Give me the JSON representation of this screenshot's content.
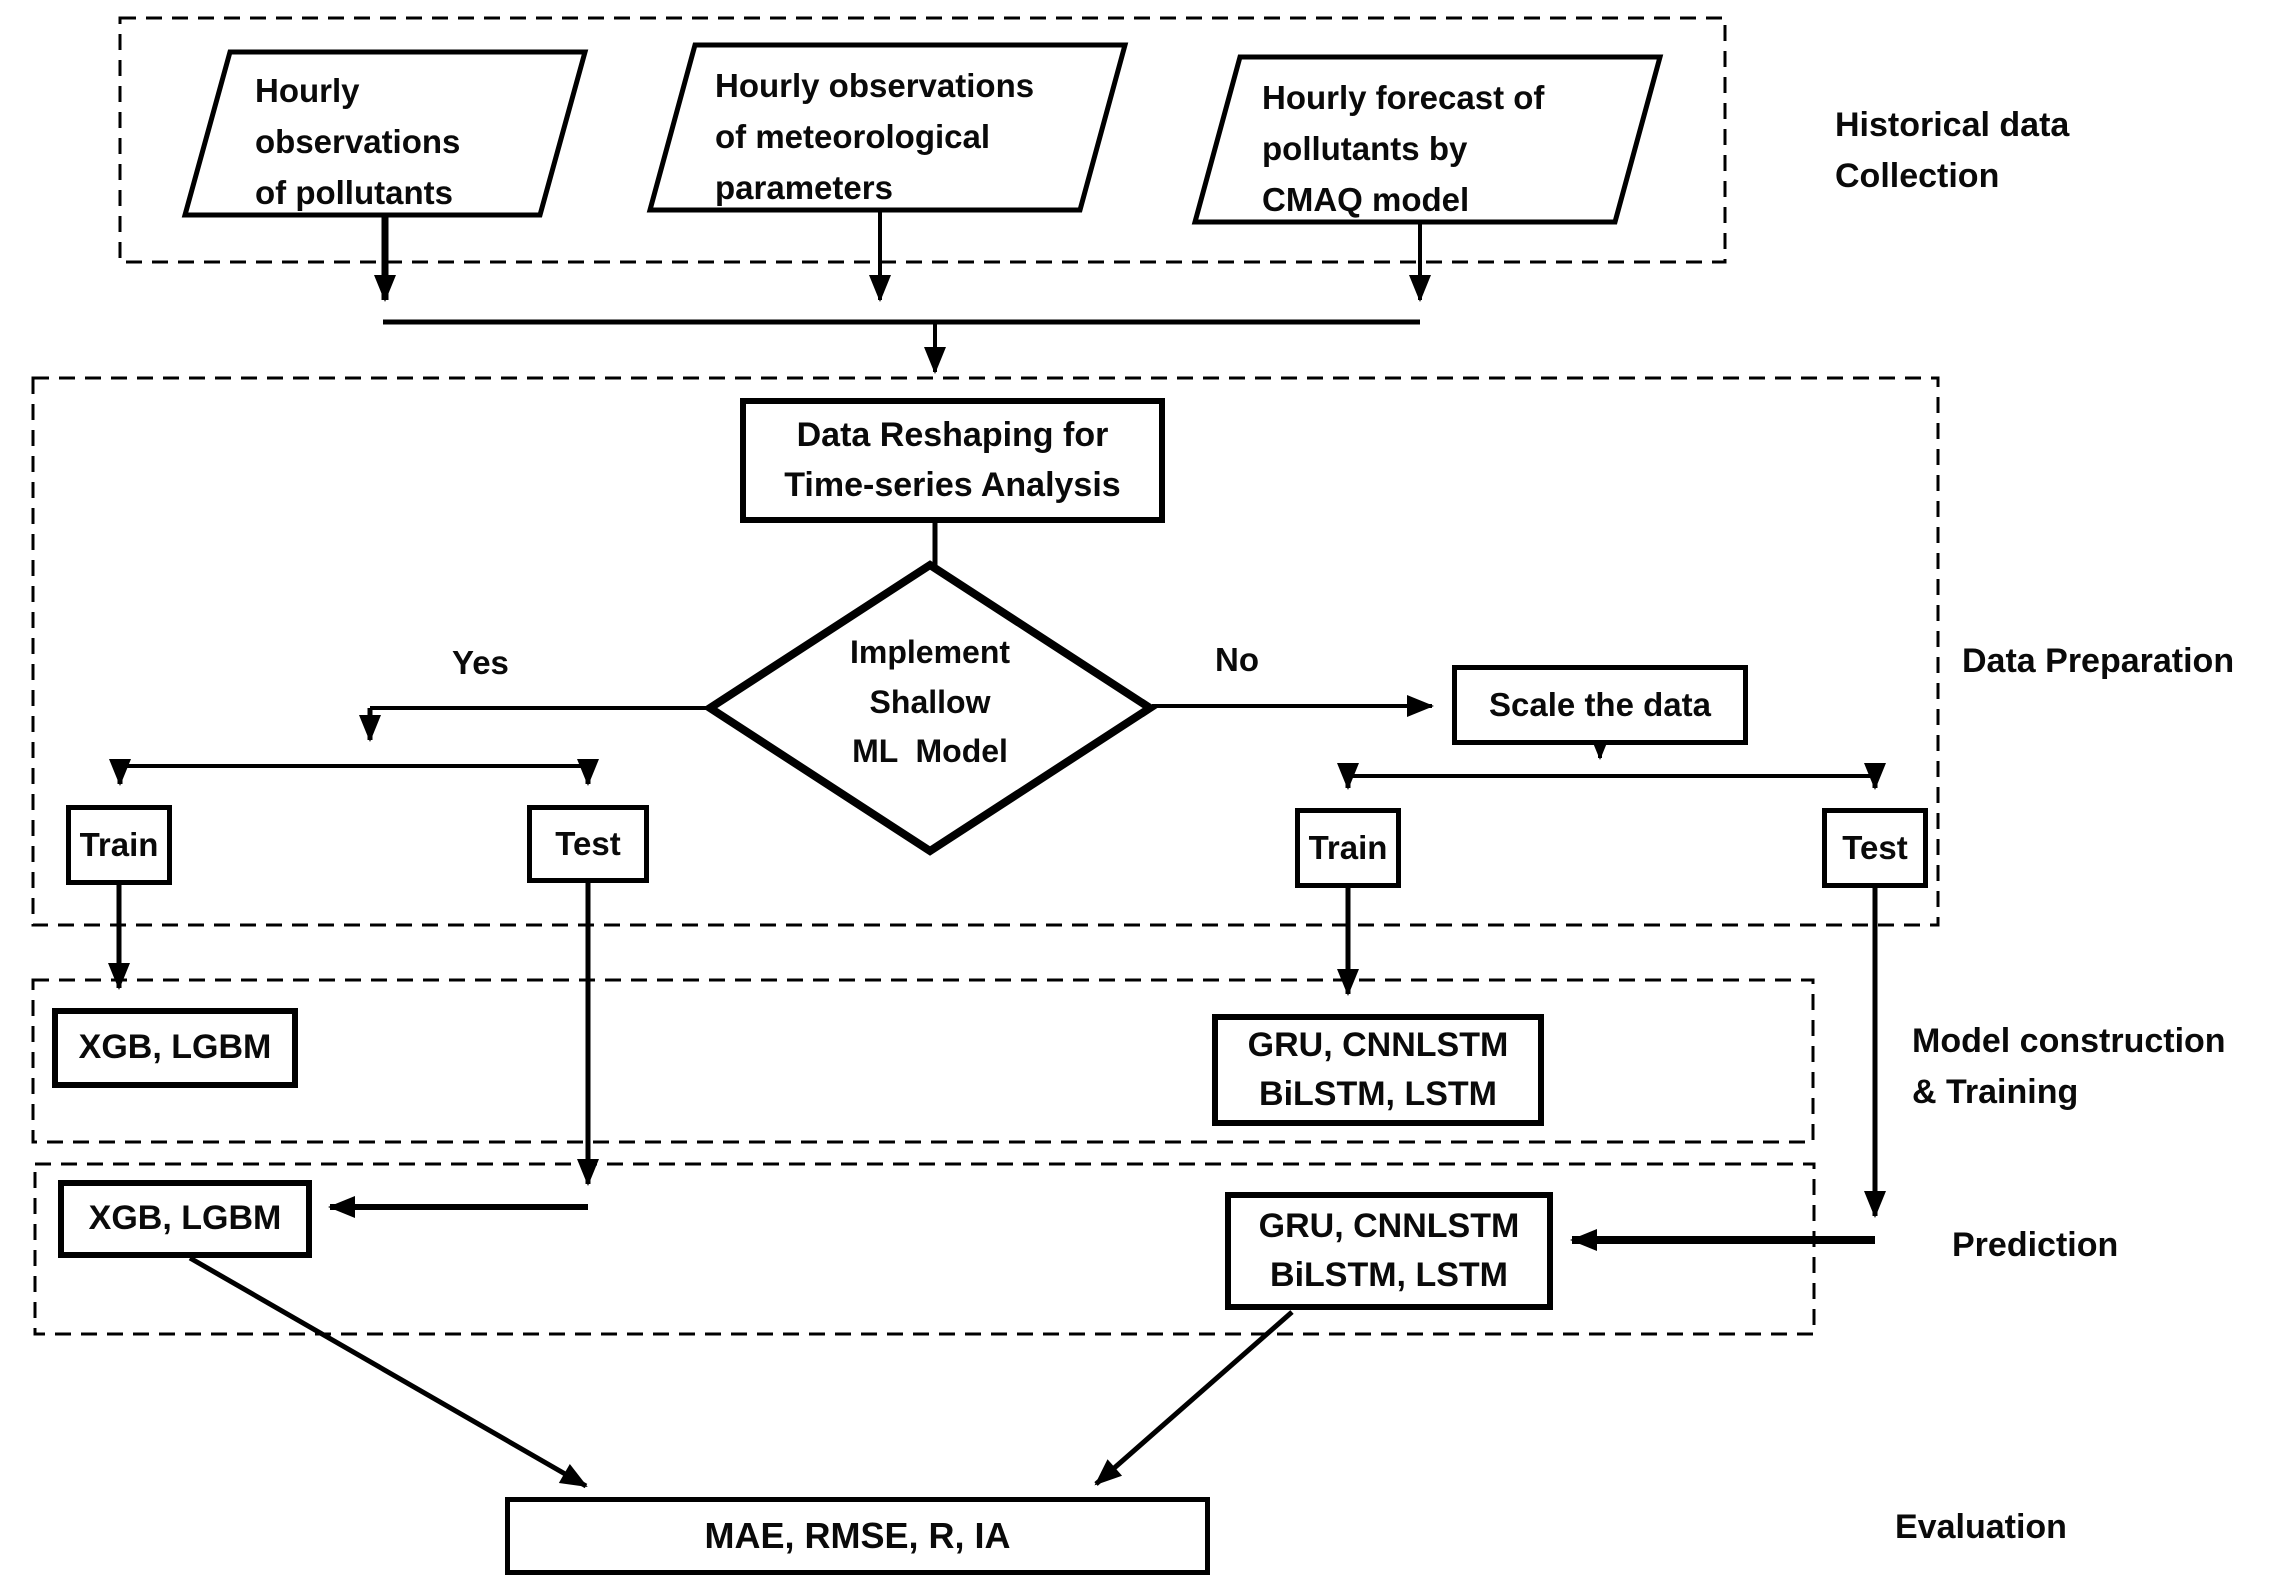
{
  "diagram": {
    "section_labels": {
      "historical": "Historical data\nCollection",
      "preparation": "Data Preparation",
      "model_construction": "Model construction\n& Training",
      "prediction": "Prediction",
      "evaluation": "Evaluation"
    },
    "io_nodes": {
      "pollutants_obs": "Hourly\nobservations\nof pollutants",
      "meteorological_obs": "Hourly observations\nof meteorological\nparameters",
      "cmaq_forecast": "Hourly forecast of\npollutants by\nCMAQ model"
    },
    "process_nodes": {
      "reshape": "Data Reshaping for\nTime-series Analysis",
      "decision": "Implement\nShallow\nML  Model",
      "scale": "Scale the data",
      "train_left": "Train",
      "test_left": "Test",
      "train_right": "Train",
      "test_right": "Test",
      "shallow_models_training": "XGB, LGBM",
      "deep_models_training": "GRU, CNNLSTM\nBiLSTM, LSTM",
      "shallow_models_prediction": "XGB, LGBM",
      "deep_models_prediction": "GRU, CNNLSTM\nBiLSTM, LSTM",
      "evaluation_metrics": "MAE, RMSE, R, IA"
    },
    "edge_labels": {
      "yes": "Yes",
      "no": "No"
    },
    "colors": {
      "stroke": "#000000",
      "background": "#ffffff"
    }
  }
}
